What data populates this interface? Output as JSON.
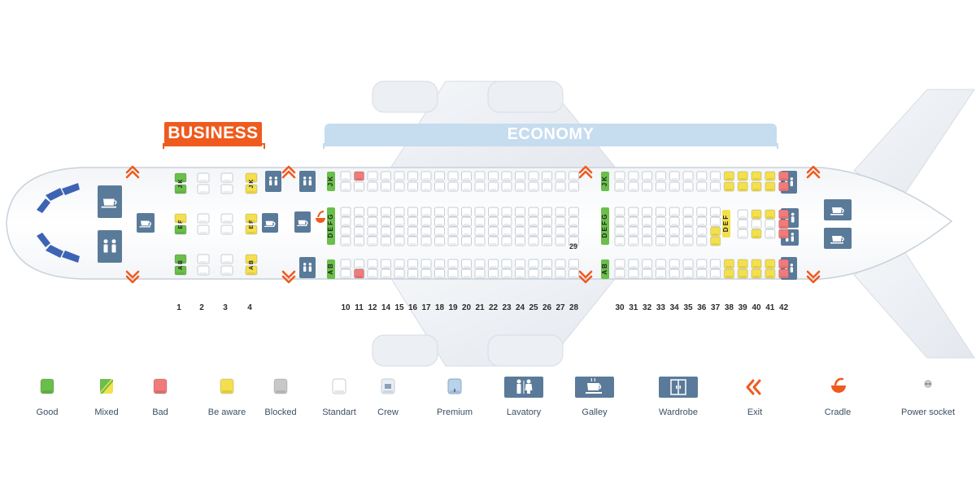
{
  "cabins": {
    "business": "BUSINESS",
    "economy": "ECONOMY"
  },
  "business_rows": [
    "1",
    "2",
    "3",
    "4"
  ],
  "economy_rows_front": [
    "10",
    "11",
    "12",
    "14",
    "15",
    "16",
    "17",
    "18",
    "19",
    "20",
    "21",
    "22",
    "23",
    "24",
    "25",
    "26",
    "27",
    "28"
  ],
  "economy_rows_rear": [
    "30",
    "31",
    "32",
    "33",
    "34",
    "35",
    "36",
    "37",
    "38",
    "39",
    "40",
    "41",
    "42"
  ],
  "row_note": "29",
  "seat_letters": {
    "business_top": "J K",
    "business_mid": "E F",
    "business_bot": "A B",
    "economy_top": "J K",
    "economy_mid": "D E F G",
    "economy_bot": "A B",
    "rear_mid_small": "D E F"
  },
  "colors": {
    "good": "#6abf4b",
    "mixed_a": "#6abf4b",
    "mixed_b": "#f4e04d",
    "bad": "#f07b7b",
    "be_aware": "#f4e04d",
    "blocked": "#c8c8c8",
    "standard": "#ffffff",
    "crew": "#e8eef5",
    "premium": "#b9d3ea",
    "facility": "#5a7a99",
    "exit": "#ef5a1e",
    "outline": "#c5cdd6"
  },
  "legend": [
    {
      "key": "good",
      "label": "Good"
    },
    {
      "key": "mixed",
      "label": "Mixed"
    },
    {
      "key": "bad",
      "label": "Bad"
    },
    {
      "key": "be_aware",
      "label": "Be aware"
    },
    {
      "key": "blocked",
      "label": "Blocked"
    },
    {
      "key": "standard",
      "label": "Standart"
    },
    {
      "key": "crew",
      "label": "Crew"
    },
    {
      "key": "premium",
      "label": "Premium"
    },
    {
      "key": "lavatory",
      "label": "Lavatory",
      "icon": "lavatory-icon"
    },
    {
      "key": "galley",
      "label": "Galley",
      "icon": "galley-icon"
    },
    {
      "key": "wardrobe",
      "label": "Wardrobe",
      "icon": "wardrobe-icon"
    },
    {
      "key": "exit",
      "label": "Exit",
      "icon": "exit-chevrons-icon"
    },
    {
      "key": "cradle",
      "label": "Cradle",
      "icon": "cradle-icon"
    },
    {
      "key": "power_socket",
      "label": "Power socket",
      "icon": "power-socket-icon"
    }
  ]
}
